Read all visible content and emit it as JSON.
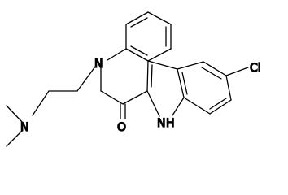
{
  "atoms": {
    "chlorine": "Cl",
    "amide_nitrogen": "N",
    "amine_nitrogen": "N",
    "carbonyl_oxygen": "O",
    "indole_nh": "N",
    "indole_h": "H"
  }
}
